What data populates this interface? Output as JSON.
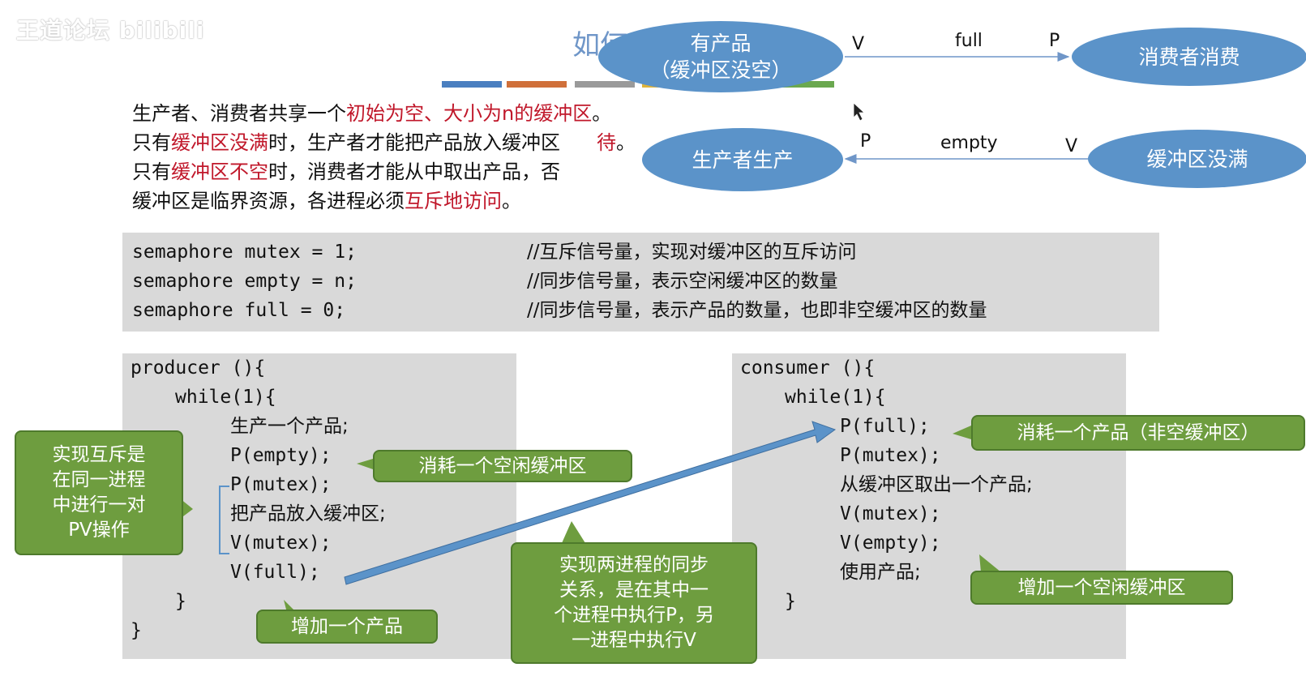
{
  "watermark": "王道论坛 bilibili",
  "slide_title": "如何",
  "intro": {
    "line1": {
      "a": "生产者、消费者共享一个",
      "b": "初始为空、大小为n的缓冲区",
      "c": "。"
    },
    "line2": {
      "a": "只有",
      "b": "缓冲区没满",
      "c": "时，生产者才能把产品放入缓冲区",
      "d": "待",
      "e": "。"
    },
    "line3": {
      "a": "只有",
      "b": "缓冲区不空",
      "c": "时，消费者才能从中取出产品，否"
    },
    "line4": {
      "a": "缓冲区是临界资源，各进程必须",
      "b": "互斥地访问",
      "c": "。"
    }
  },
  "semaphores": [
    {
      "code": "semaphore mutex = 1;",
      "comment": "//互斥信号量，实现对缓冲区的互斥访问"
    },
    {
      "code": "semaphore empty = n;",
      "comment": "//同步信号量，表示空闲缓冲区的数量"
    },
    {
      "code": "semaphore full = 0;",
      "comment": "//同步信号量，表示产品的数量，也即非空缓冲区的数量"
    }
  ],
  "producer": {
    "header": "producer (){",
    "loop": "while(1){",
    "produce": "生产一个产品;",
    "p_empty": "P(empty);",
    "p_mutex": "P(mutex);",
    "put": "把产品放入缓冲区;",
    "v_mutex": "V(mutex);",
    "v_full": "V(full);",
    "close_inner": "}",
    "close_outer": "}"
  },
  "consumer": {
    "header": "consumer (){",
    "loop": "while(1){",
    "p_full": "P(full);",
    "p_mutex": "P(mutex);",
    "take": "从缓冲区取出一个产品;",
    "v_mutex": "V(mutex);",
    "v_empty": "V(empty);",
    "use": "使用产品;",
    "close_inner": "}"
  },
  "diagram": {
    "has_product": "有产品\n（缓冲区没空）",
    "consumer_consume": "消费者消费",
    "producer_produce": "生产者生产",
    "buffer_not_full": "缓冲区没满",
    "label_v1": "V",
    "label_full": "full",
    "label_p1": "P",
    "label_p2": "P",
    "label_empty": "empty",
    "label_v2": "V"
  },
  "callouts": {
    "mutex_pair": "实现互斥是\n在同一进程\n中进行一对\nPV操作",
    "consume_empty": "消耗一个空闲缓冲区",
    "add_product": "增加一个产品",
    "sync": "实现两进程的同步\n关系，是在其中一\n个进程中执行P，另\n一进程中执行V",
    "consume_product": "消耗一个产品（非空缓冲区）",
    "add_empty": "增加一个空闲缓冲区"
  },
  "colors": {
    "ellipse": "#5b93c9",
    "callout": "#6e9d3f",
    "highlight_red": "#c0172a",
    "code_bg": "#d9d9d9",
    "title_blue": "#6f96c8",
    "bar_colors": [
      "#4a7fc0",
      "#d0703a",
      "#9a9a9a",
      "#e0b43a",
      "#6aa84f"
    ]
  }
}
